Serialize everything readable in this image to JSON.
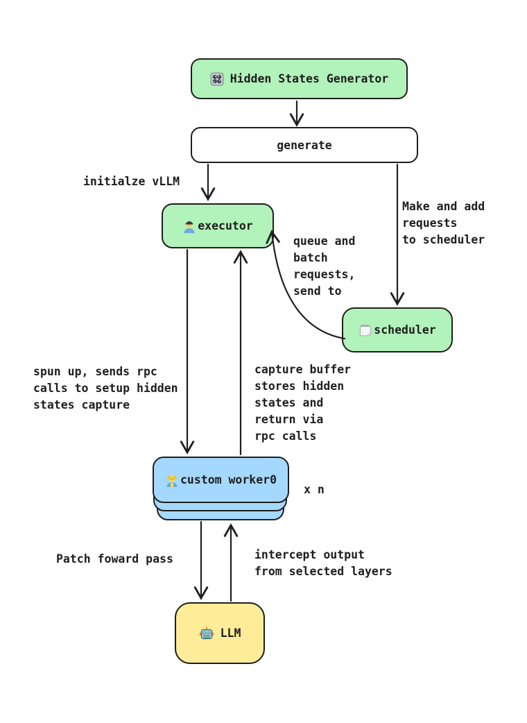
{
  "nodes": {
    "generator": {
      "label": "Hidden States Generator",
      "icon": "control-knobs-icon",
      "fill": "#b2f2bb"
    },
    "generate": {
      "label": "generate",
      "fill": "#ffffff"
    },
    "executor": {
      "label": "executor",
      "icon": "mechanic-icon",
      "fill": "#b2f2bb"
    },
    "scheduler": {
      "label": "scheduler",
      "icon": "notepad-icon",
      "fill": "#b2f2bb"
    },
    "worker": {
      "label": "custom worker0",
      "icon": "construction-worker-icon",
      "fill": "#a5d8ff",
      "multiplier_label": "x n"
    },
    "llm": {
      "label": "LLM",
      "icon": "robot-icon",
      "fill": "#ffec99"
    }
  },
  "edge_labels": {
    "initialize_vllm": "initialze vLLM",
    "make_and_add_requests": "Make and add\nrequests\nto scheduler",
    "queue_and_batch": "queue and\nbatch\nrequests,\nsend to",
    "spun_up_rpc": "spun up, sends rpc\ncalls to setup hidden\nstates capture",
    "capture_buffer": "capture buffer\nstores hidden\nstates and\nreturn via\nrpc calls",
    "patch_forward_pass": "Patch foward pass",
    "intercept_output": "intercept output\nfrom selected layers"
  },
  "colors": {
    "node_green": "#b2f2bb",
    "node_blue": "#a5d8ff",
    "node_yellow": "#ffec99",
    "node_white": "#ffffff",
    "stroke": "#1e1e1e"
  }
}
